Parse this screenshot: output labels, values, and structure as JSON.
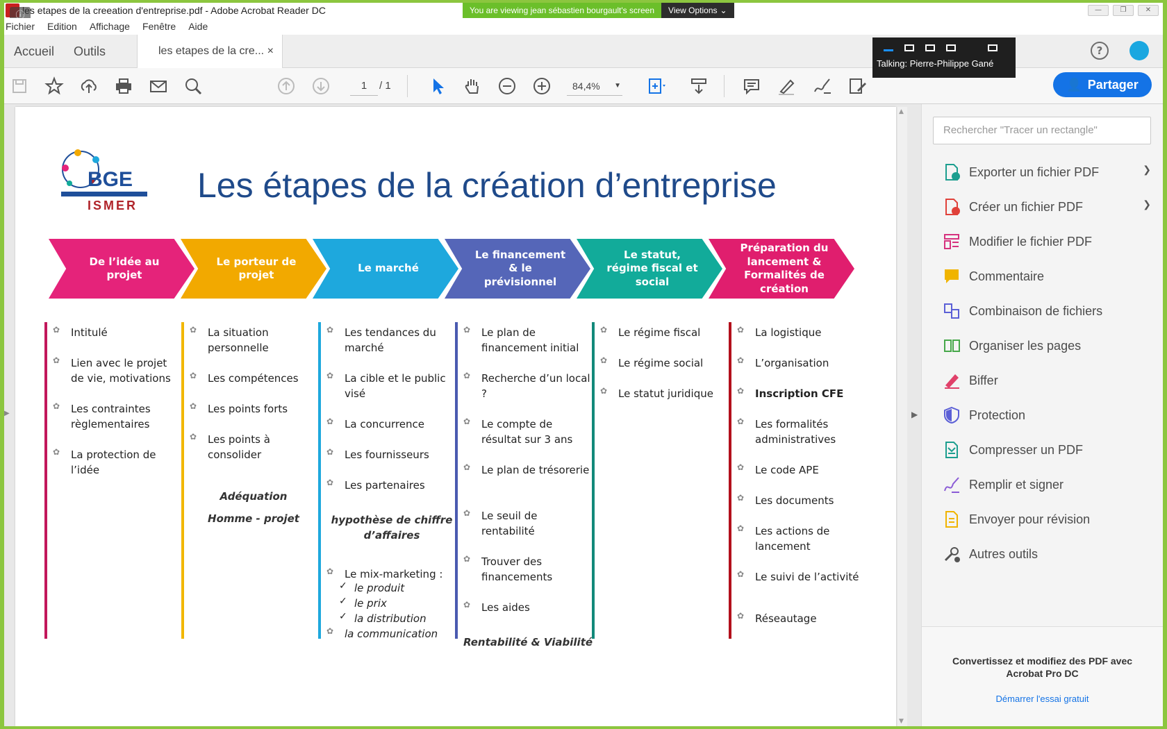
{
  "window": {
    "title": "les etapes de la creeation d'entreprise.pdf - Adobe Acrobat Reader DC",
    "share_notice": "You are viewing jean sébastien bourgault's screen",
    "view_options": "View Options"
  },
  "menu": [
    "Fichier",
    "Edition",
    "Affichage",
    "Fenêtre",
    "Aide"
  ],
  "tabs": {
    "home": "Accueil",
    "tools": "Outils",
    "document": "les etapes de la cre...",
    "close": "×"
  },
  "toolbar": {
    "page_current": "1",
    "page_total": "/ 1",
    "zoom": "84,4%",
    "share_label": "Partager"
  },
  "talking": {
    "label": "Talking: Pierre-Philippe Gané"
  },
  "document": {
    "logo_text": "BGE",
    "logo_sub": "ISMER",
    "title": "Les étapes de la création d’entreprise",
    "steps": [
      {
        "label": "De l’idée au projet",
        "color": "#e5237a"
      },
      {
        "label": "Le porteur de projet",
        "color": "#f2a900"
      },
      {
        "label": "Le marché",
        "color": "#1ea8dd"
      },
      {
        "label": "Le financement & le prévisionnel",
        "color": "#5566b8"
      },
      {
        "label": "Le statut, régime fiscal et social",
        "color": "#12ab9a"
      },
      {
        "label": "Préparation du lancement & Formalités de création",
        "color": "#e01e6e"
      }
    ],
    "col1": {
      "items": [
        "Intitulé",
        "Lien avec le projet de vie, motivations",
        "Les contraintes règlementaires",
        "La protection de l’idée"
      ]
    },
    "col2": {
      "items": [
        "La situation personnelle",
        "Les compétences",
        "Les points forts",
        "Les points à consolider"
      ],
      "note1": "Adéquation",
      "note2": "Homme - projet"
    },
    "col3": {
      "items": [
        "Les tendances du marché",
        "La cible et le public visé",
        "La concurrence",
        "Les fournisseurs",
        "Les partenaires"
      ],
      "note": "hypothèse de chiffre d’affaires",
      "mix_title": "Le mix-marketing :",
      "mix": [
        "le produit",
        "le prix",
        "la distribution"
      ],
      "mix_last": "la communication"
    },
    "col4": {
      "items": [
        "Le plan de financement initial",
        "Recherche d’un local ?",
        "Le compte de résultat sur 3 ans",
        "Le plan de trésorerie",
        "Le seuil de rentabilité",
        "Trouver des financements",
        "Les aides"
      ],
      "note": "Rentabilité & Viabilité"
    },
    "col5": {
      "items": [
        "Le régime fiscal",
        "Le régime social",
        "Le statut juridique"
      ]
    },
    "col6": {
      "items": [
        "La logistique",
        "L’organisation",
        "Inscription CFE",
        "Les formalités administratives",
        "Le code APE",
        "Les documents",
        "Les actions de lancement",
        "Le suivi de l’activité",
        "Réseautage"
      ]
    }
  },
  "right_pane": {
    "search_placeholder": "Rechercher \"Tracer un rectangle\"",
    "tools": [
      {
        "label": "Exporter un fichier PDF",
        "icon": "export-pdf-icon",
        "color": "#1c9e8f"
      },
      {
        "label": "Créer un fichier PDF",
        "icon": "create-pdf-icon",
        "color": "#e0413a"
      },
      {
        "label": "Modifier le fichier PDF",
        "icon": "edit-pdf-icon",
        "color": "#d6327e"
      },
      {
        "label": "Commentaire",
        "icon": "comment-icon",
        "color": "#f0b400"
      },
      {
        "label": "Combinaison de fichiers",
        "icon": "combine-icon",
        "color": "#5b5fd6"
      },
      {
        "label": "Organiser les pages",
        "icon": "organize-icon",
        "color": "#47a84a"
      },
      {
        "label": "Biffer",
        "icon": "redact-icon",
        "color": "#e0416a"
      },
      {
        "label": "Protection",
        "icon": "shield-icon",
        "color": "#5b5fd6"
      },
      {
        "label": "Compresser un PDF",
        "icon": "compress-icon",
        "color": "#1c9e8f"
      },
      {
        "label": "Remplir et signer",
        "icon": "sign-icon",
        "color": "#8a5bd6"
      },
      {
        "label": "Envoyer pour révision",
        "icon": "send-review-icon",
        "color": "#f0b400"
      },
      {
        "label": "Autres outils",
        "icon": "more-tools-icon",
        "color": "#555555"
      }
    ],
    "promo": "Convertissez et modifiez des PDF avec Acrobat Pro DC",
    "trial": "Démarrer l'essai gratuit"
  }
}
